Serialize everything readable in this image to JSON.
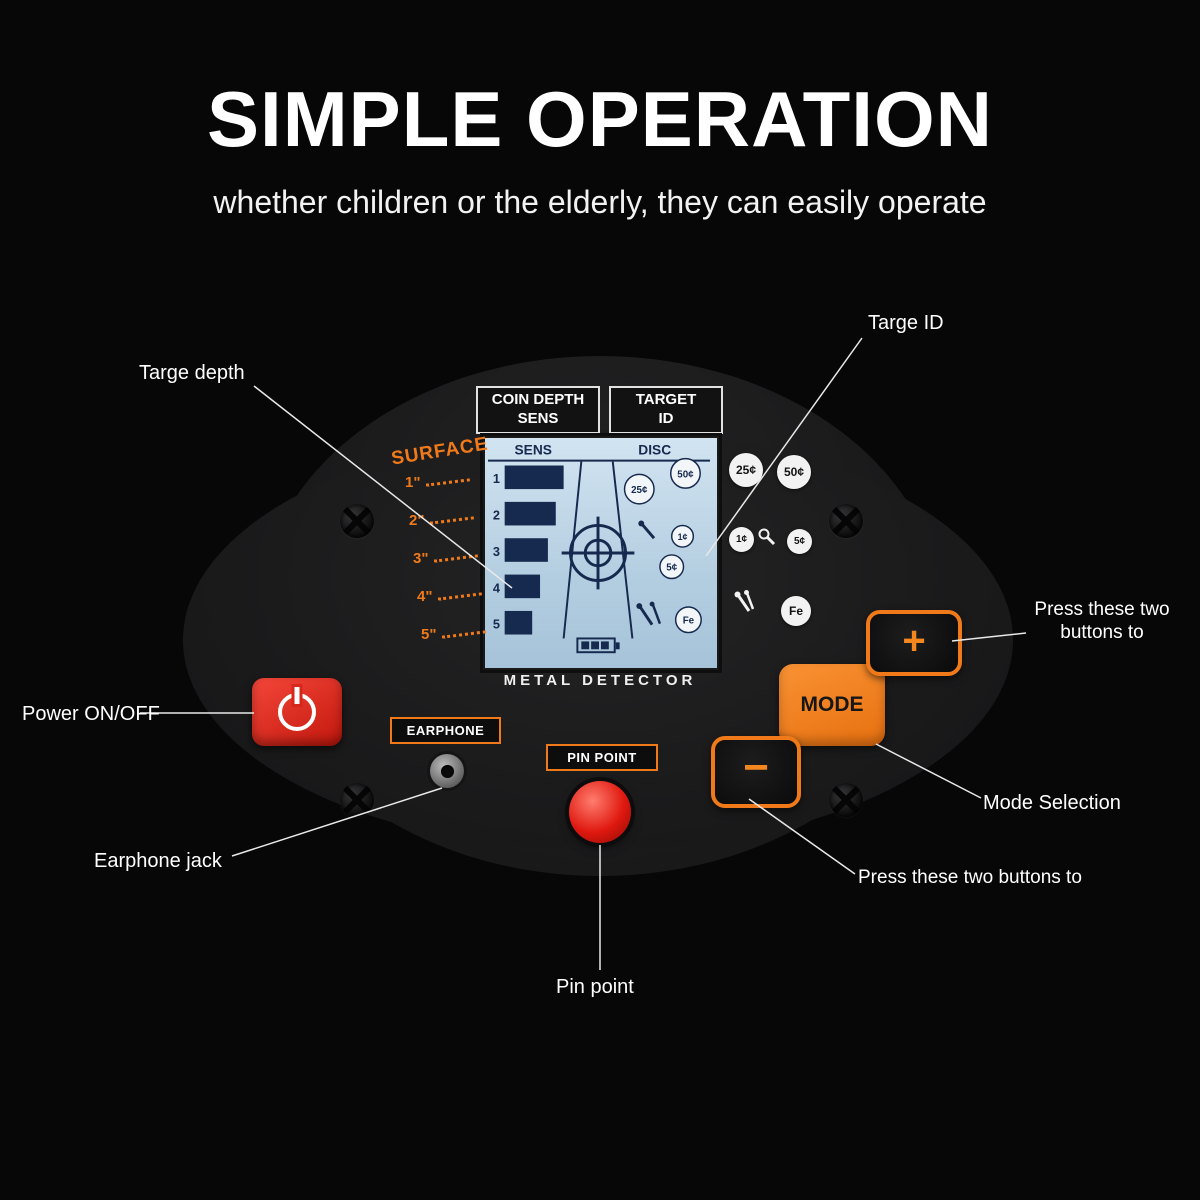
{
  "header": {
    "title": "SIMPLE OPERATION",
    "subtitle": "whether children or the elderly, they can easily operate"
  },
  "device": {
    "display": {
      "header_left": [
        "COIN DEPTH",
        "SENS"
      ],
      "header_right": [
        "TARGET",
        "ID"
      ],
      "sens_label": "SENS",
      "disc_label": "DISC",
      "scale": [
        "1",
        "2",
        "3",
        "4",
        "5"
      ],
      "lcd_coins": {
        "c25": "25¢",
        "c50": "50¢",
        "c1": "1¢",
        "c5": "5¢",
        "fe": "Fe"
      },
      "brand": "METAL DETECTOR"
    },
    "depth_scale": {
      "surface": "SURFACE",
      "marks": [
        "1\"",
        "2\"",
        "3\"",
        "4\"",
        "5\""
      ]
    },
    "panel_coins": {
      "c25": "25¢",
      "c50": "50¢",
      "c1": "1¢",
      "c5": "5¢",
      "fe": "Fe"
    },
    "buttons": {
      "mode": "MODE",
      "plus": "+",
      "minus": "−",
      "earphone": "EARPHONE",
      "pinpoint": "PIN POINT"
    },
    "icons": [
      "power-icon",
      "screw-icon",
      "earphone-jack-icon",
      "crosshair-icon",
      "battery-icon",
      "nail-icon",
      "pull-tab-icon"
    ],
    "colors": {
      "accent_orange": "#f07a1a",
      "button_red": "#e0281c",
      "lcd_blue": "#b9d3e6",
      "lcd_ink": "#16294e"
    }
  },
  "annotations": {
    "targe_id": "Targe ID",
    "targe_depth": "Targe depth",
    "press_top": "Press these two buttons to",
    "power": "Power ON/OFF",
    "mode_selection": "Mode Selection",
    "press_bottom": "Press these two buttons to",
    "earphone_jack": "Earphone jack",
    "pin_point": "Pin point"
  }
}
